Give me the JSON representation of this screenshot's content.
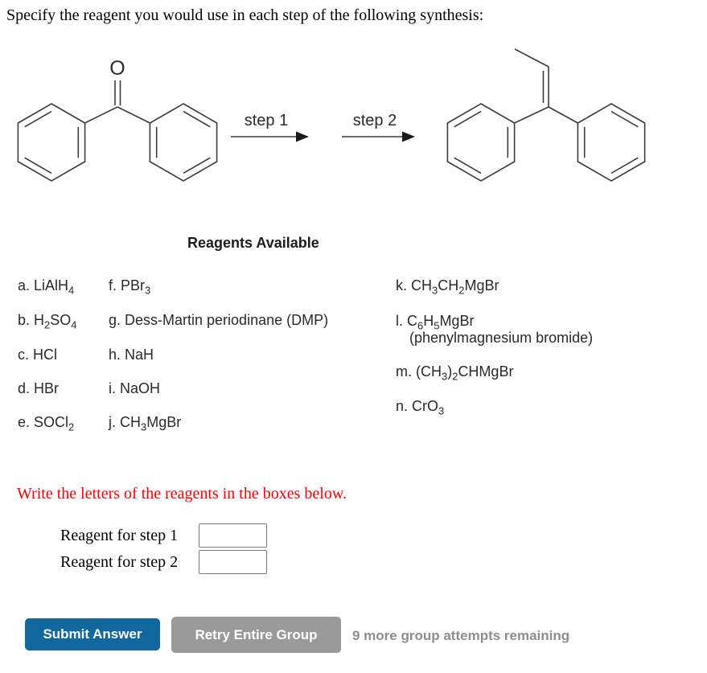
{
  "title": "Specify the reagent you would use in each step of the following synthesis:",
  "scheme": {
    "carbonyl_oxygen": "O",
    "step1_label": "step 1",
    "step2_label": "step 2"
  },
  "reagents": {
    "heading": "Reagents Available",
    "items": [
      {
        "letter": "a.",
        "formula": "LiAlH_4_"
      },
      {
        "letter": "b.",
        "formula": "H_2_SO_4_"
      },
      {
        "letter": "c.",
        "formula": "HCl"
      },
      {
        "letter": "d.",
        "formula": "HBr"
      },
      {
        "letter": "e.",
        "formula": "SOCl_2_"
      },
      {
        "letter": "f.",
        "formula": "PBr_3_"
      },
      {
        "letter": "g.",
        "formula": "Dess-Martin periodinane (DMP)"
      },
      {
        "letter": "h.",
        "formula": "NaH"
      },
      {
        "letter": "i.",
        "formula": "NaOH"
      },
      {
        "letter": "j.",
        "formula": "CH_3_MgBr"
      },
      {
        "letter": "k.",
        "formula": "CH_3_CH_2_MgBr"
      },
      {
        "letter": "l.",
        "formula": "C_6_H_5_MgBr",
        "note": "(phenylmagnesium bromide)"
      },
      {
        "letter": "m.",
        "formula": "(CH_3_)_2_CHMgBr"
      },
      {
        "letter": "n.",
        "formula": "CrO_3_"
      }
    ]
  },
  "instruction": "Write the letters of the reagents in the boxes below.",
  "answers": {
    "step1_label": "Reagent for step 1",
    "step2_label": "Reagent for step 2",
    "step1_value": "",
    "step2_value": ""
  },
  "footer": {
    "submit_label": "Submit Answer",
    "retry_label": "Retry Entire Group",
    "attempts_text": "9 more group attempts remaining"
  },
  "colors": {
    "submit_bg": "#10689f",
    "retry_bg": "#9a9a9a",
    "instruction_red": "#fe0000",
    "attempts_gray": "#8d8d8d"
  }
}
